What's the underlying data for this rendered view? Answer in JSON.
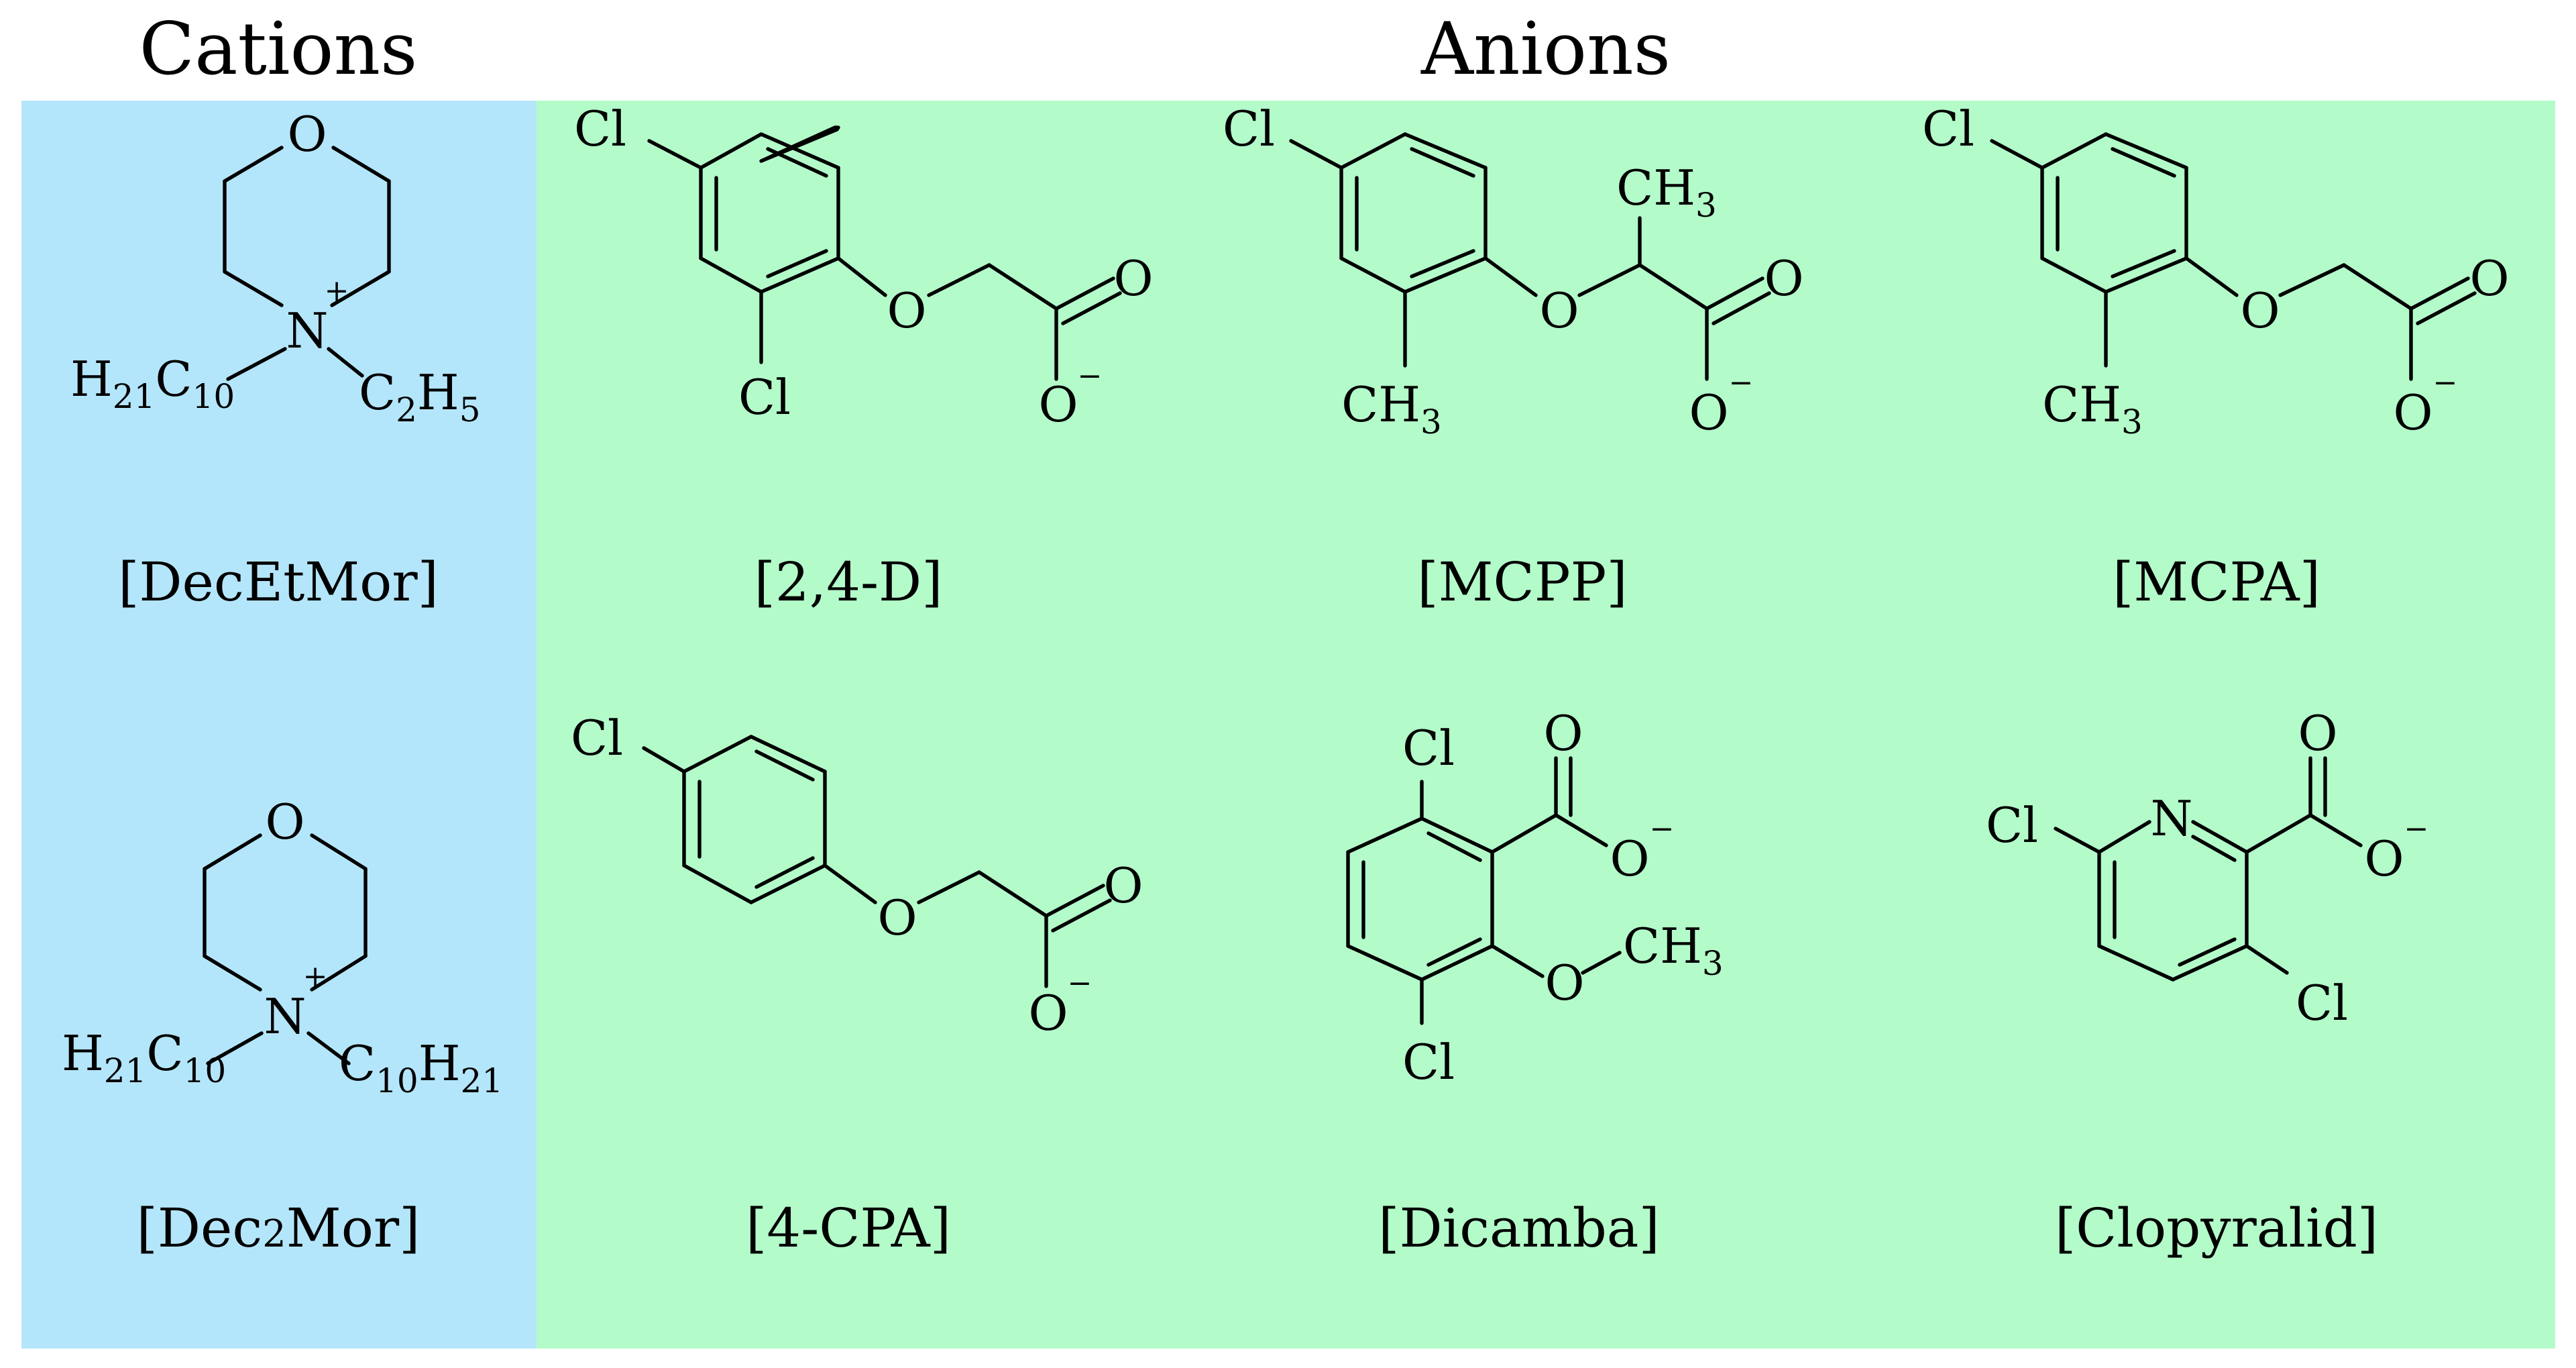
{
  "headers": {
    "cations": "Cations",
    "anions": "Anions"
  },
  "colors": {
    "cation_panel": "#b4e6fb",
    "anion_panel": "#b3fcca"
  },
  "cations": [
    {
      "label": "[DecEtMor]",
      "ring_heteroatom": "O",
      "nitrogen": "N",
      "charge": "+",
      "left_substituent": {
        "h": "H",
        "h_count": "21",
        "c": "C",
        "c_count": "10"
      },
      "right_substituent": {
        "c": "C",
        "c_count": "2",
        "h": "H",
        "h_count": "5"
      }
    },
    {
      "label_main": "[Dec",
      "label_sub": "2",
      "label_tail": "Mor]",
      "ring_heteroatom": "O",
      "nitrogen": "N",
      "charge": "+",
      "left_substituent": {
        "h": "H",
        "h_count": "21",
        "c": "C",
        "c_count": "10"
      },
      "right_substituent": {
        "c": "C",
        "c_count": "10",
        "h": "H",
        "h_count": "21"
      }
    }
  ],
  "anions": [
    {
      "label": "[2,4-D]",
      "atoms": {
        "cl1": "Cl",
        "cl2": "Cl",
        "o_ether": "O",
        "o_carbonyl": "O",
        "o_minus": "O",
        "charge": "−"
      }
    },
    {
      "label": "[MCPP]",
      "atoms": {
        "cl": "Cl",
        "methyl_main": "CH",
        "methyl_sub": "3",
        "ch3_side_main": "CH",
        "ch3_side_sub": "3",
        "o_ether": "O",
        "o_carbonyl": "O",
        "o_minus": "O",
        "charge": "−"
      }
    },
    {
      "label": "[MCPA]",
      "atoms": {
        "cl": "Cl",
        "methyl_main": "CH",
        "methyl_sub": "3",
        "o_ether": "O",
        "o_carbonyl": "O",
        "o_minus": "O",
        "charge": "−"
      }
    },
    {
      "label": "[4-CPA]",
      "atoms": {
        "cl": "Cl",
        "o_ether": "O",
        "o_carbonyl": "O",
        "o_minus": "O",
        "charge": "−"
      }
    },
    {
      "label": "[Dicamba]",
      "atoms": {
        "cl_top": "Cl",
        "cl_bottom": "Cl",
        "o_carbonyl": "O",
        "o_minus": "O",
        "charge": "−",
        "o_methoxy": "O",
        "methoxy_main": "CH",
        "methoxy_sub": "3"
      }
    },
    {
      "label": "[Clopyralid]",
      "atoms": {
        "cl_left": "Cl",
        "n_ring": "N",
        "cl_right": "Cl",
        "o_carbonyl": "O",
        "o_minus": "O",
        "charge": "−"
      }
    }
  ]
}
